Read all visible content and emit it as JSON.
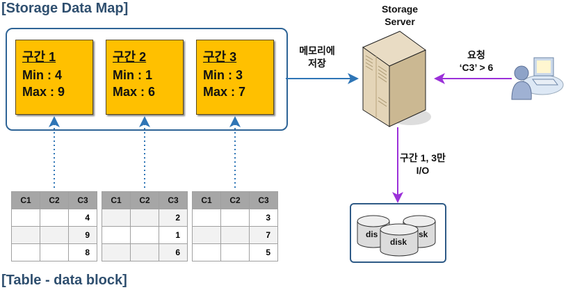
{
  "titles": {
    "map": "[Storage Data Map]",
    "table": "[Table - data block]"
  },
  "segments": [
    {
      "name": "구간 1",
      "min": "Min : 4",
      "max": "Max : 9"
    },
    {
      "name": "구간 2",
      "min": "Min : 1",
      "max": "Max : 6"
    },
    {
      "name": "구간 3",
      "min": "Min : 3",
      "max": "Max : 7"
    }
  ],
  "tables": [
    {
      "headers": [
        "C1",
        "C2",
        "C3"
      ],
      "c3": [
        "4",
        "9",
        "8"
      ]
    },
    {
      "headers": [
        "C1",
        "C2",
        "C3"
      ],
      "c3": [
        "2",
        "1",
        "6"
      ]
    },
    {
      "headers": [
        "C1",
        "C2",
        "C3"
      ],
      "c3": [
        "3",
        "7",
        "5"
      ]
    }
  ],
  "labels": {
    "memory_line1": "메모리에",
    "memory_line2": "저장",
    "server_line1": "Storage",
    "server_line2": "Server",
    "request_line1": "요청",
    "request_line2": "‘C3’ > 6",
    "io_line1": "구간 1, 3만",
    "io_line2": "I/O",
    "disk": "disk",
    "disk_left": "dis",
    "disk_right": "sk"
  },
  "colors": {
    "segment": "#ffc000",
    "blue_arrow": "#2e75b6",
    "purple_arrow": "#9b30d9",
    "border": "#2e6496"
  }
}
